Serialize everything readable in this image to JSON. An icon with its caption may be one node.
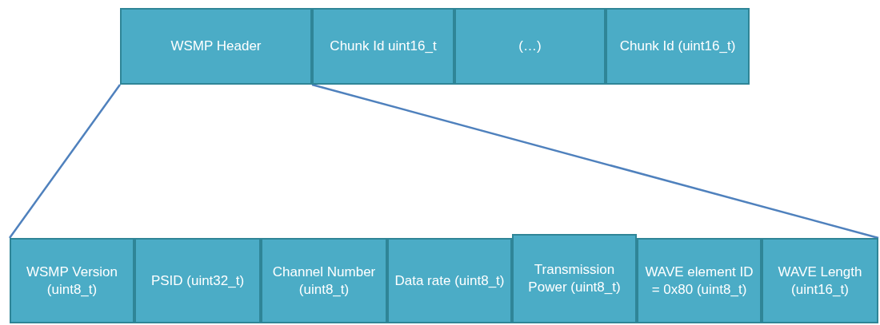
{
  "diagram": {
    "nodes": [
      {
        "text": [
          "WSMP Header"
        ]
      },
      {
        "text": [
          "Chunk Id uint16_t"
        ]
      },
      {
        "text": [
          "(…)"
        ]
      },
      {
        "text": [
          "Chunk Id (uint16_t)"
        ]
      },
      {
        "text": [
          "WSMP Version (uint8_t)"
        ]
      },
      {
        "text": [
          "PSID (uint32_t)"
        ]
      },
      {
        "text": [
          "Channel Number (uint8_t)"
        ]
      },
      {
        "text": [
          "Data rate (uint8_t)"
        ]
      },
      {
        "text": [
          "Transmission Power (uint8_t)"
        ]
      },
      {
        "text": [
          "WAVE element ID = 0x80 (uint8_t)"
        ]
      },
      {
        "text": [
          "WAVE Length (uint16_t)"
        ]
      }
    ],
    "edges": [
      {
        "from": 0,
        "to": 4,
        "arrow": "none"
      },
      {
        "from": 0,
        "to": 10,
        "arrow": "none"
      }
    ]
  }
}
